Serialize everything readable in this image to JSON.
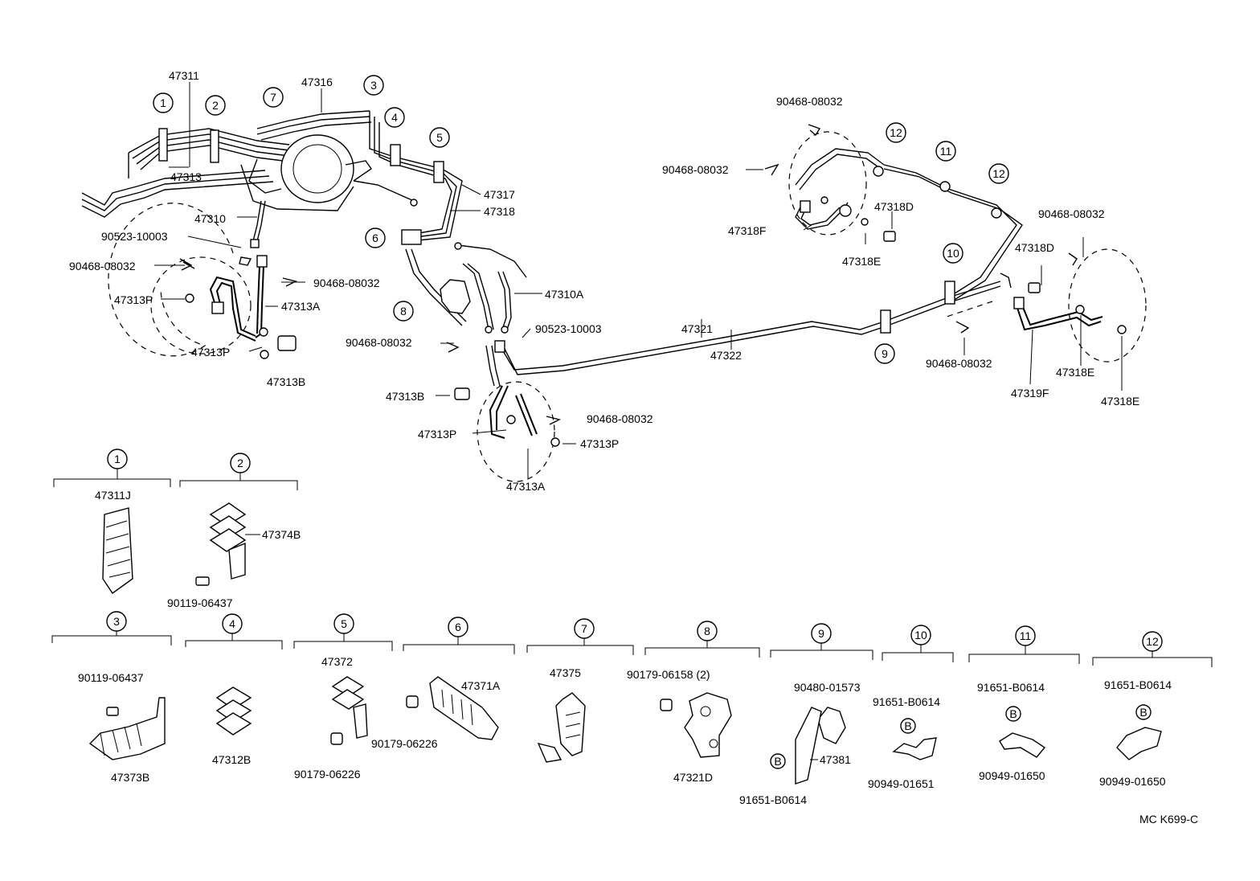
{
  "parts": {
    "p47311": "47311",
    "p47316": "47316",
    "p47313": "47313",
    "p47310": "47310",
    "p47317": "47317",
    "p47318": "47318",
    "p47310A": "47310A",
    "p47321": "47321",
    "p47322": "47322",
    "p90523_a": "90523-10003",
    "p90523_b": "90523-10003",
    "p90468_a": "90468-08032",
    "p90468_b": "90468-08032",
    "p90468_c": "90468-08032",
    "p90468_d": "90468-08032",
    "p90468_e": "90468-08032",
    "p90468_f": "90468-08032",
    "p90468_g": "90468-08032",
    "p90468_h": "90468-08032",
    "p47313P_a": "47313P",
    "p47313P_b": "47313P",
    "p47313P_c": "47313P",
    "p47313P_d": "47313P",
    "p47313A_a": "47313A",
    "p47313A_b": "47313A",
    "p47313B_a": "47313B",
    "p47313B_b": "47313B",
    "p47318D_a": "47318D",
    "p47318D_b": "47318D",
    "p47318F": "47318F",
    "p47318E_a": "47318E",
    "p47318E_b": "47318E",
    "p47318E_c": "47318E",
    "p47319F": "47319F"
  },
  "callouts": [
    "1",
    "2",
    "3",
    "4",
    "5",
    "6",
    "7",
    "8",
    "9",
    "10",
    "11",
    "12"
  ],
  "details": {
    "d1": {
      "n": "1",
      "p1": "47311J"
    },
    "d2": {
      "n": "2",
      "p1": "47374B",
      "p2": "90119-06437"
    },
    "d3": {
      "n": "3",
      "p1": "90119-06437",
      "p2": "47373B"
    },
    "d4": {
      "n": "4",
      "p1": "47312B"
    },
    "d5": {
      "n": "5",
      "p1": "47372",
      "p2": "90179-06226"
    },
    "d6": {
      "n": "6",
      "p1": "47371A",
      "p2": "90179-06226"
    },
    "d7": {
      "n": "7",
      "p1": "47375"
    },
    "d8": {
      "n": "8",
      "p1": "90179-06158 (2)",
      "p2": "47321D"
    },
    "d9": {
      "n": "9",
      "p1": "90480-01573",
      "p2": "47381",
      "p3": "91651-B0614",
      "b": "B"
    },
    "d10": {
      "n": "10",
      "p1": "91651-B0614",
      "p2": "90949-01651",
      "b": "B"
    },
    "d11": {
      "n": "11",
      "p1": "91651-B0614",
      "p2": "90949-01650",
      "b": "B"
    },
    "d12": {
      "n": "12",
      "p1": "91651-B0614",
      "p2": "90949-01650",
      "b": "B"
    }
  },
  "drawing_code": "MC K699-C"
}
